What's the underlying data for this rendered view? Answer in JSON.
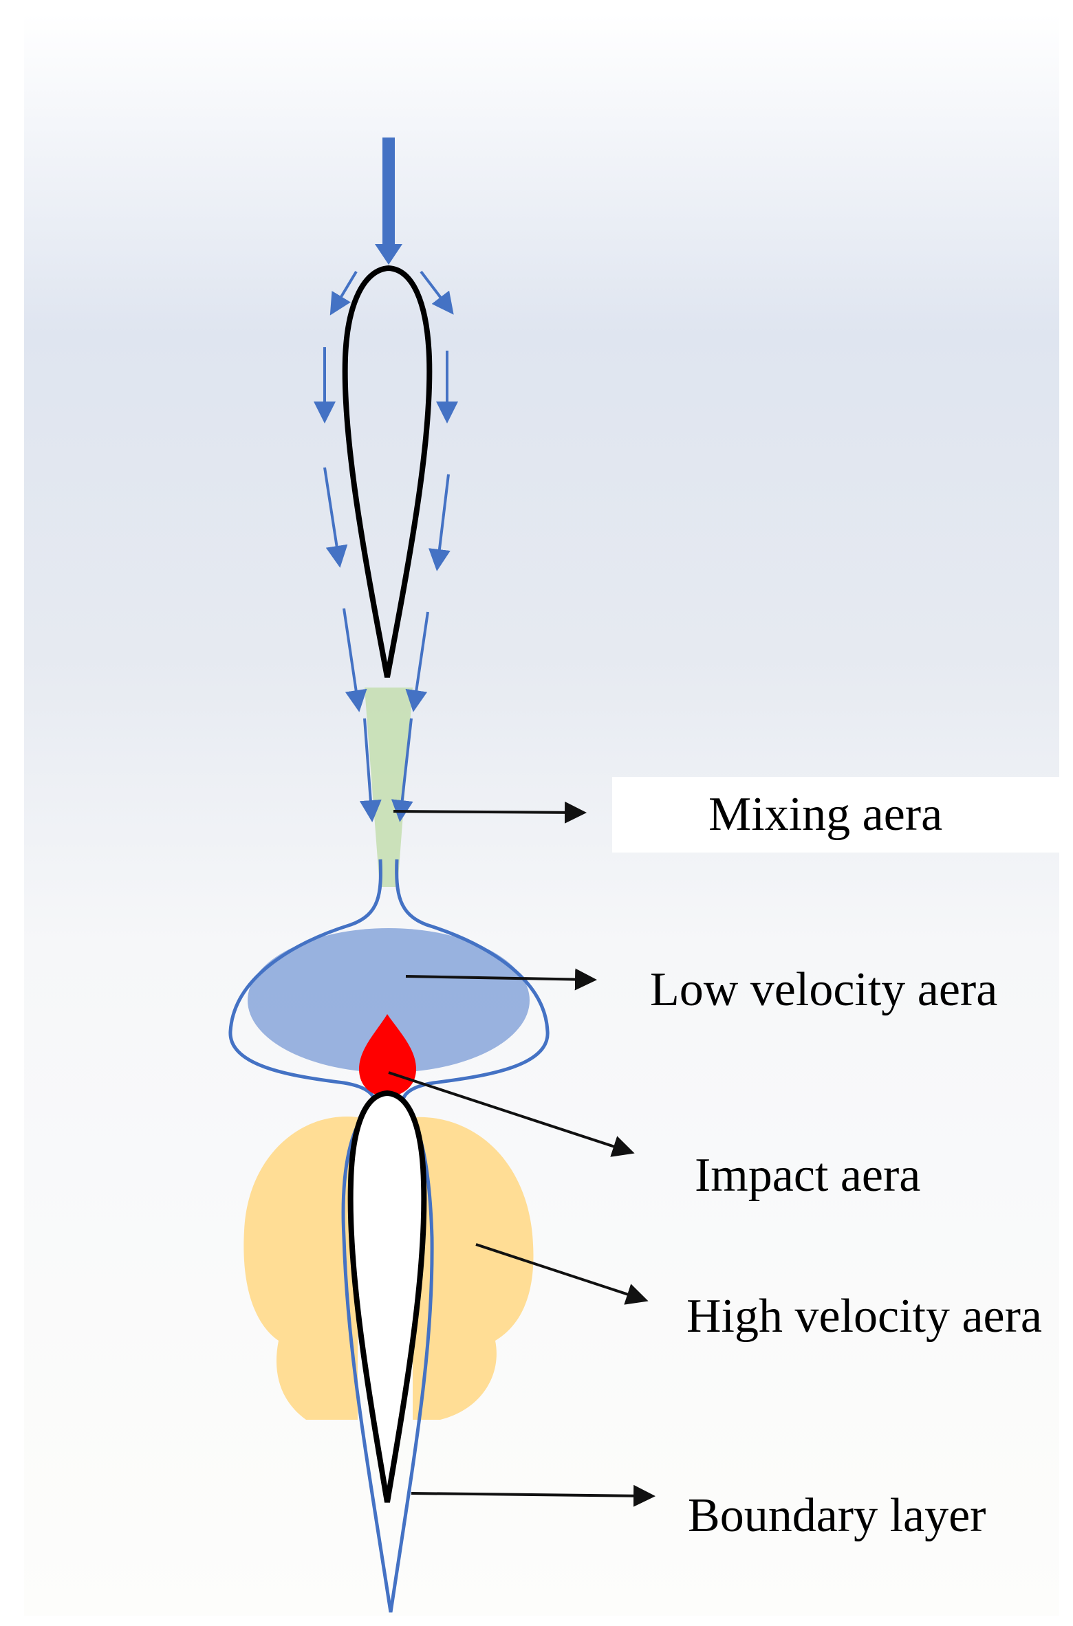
{
  "labels": {
    "mixing": "Mixing aera",
    "low_velocity": "Low velocity aera",
    "impact": "Impact aera",
    "high_velocity": "High velocity aera",
    "boundary": "Boundary layer"
  },
  "colors": {
    "flow_arrow": "#4472c4",
    "mixing_zone": "#c6dfb4",
    "low_velocity_zone": "#8eaadb",
    "impact_zone": "#ff0000",
    "high_velocity_zone": "#ffd98a",
    "airfoil_outline": "#000000",
    "boundary_layer": "#4472c4"
  }
}
